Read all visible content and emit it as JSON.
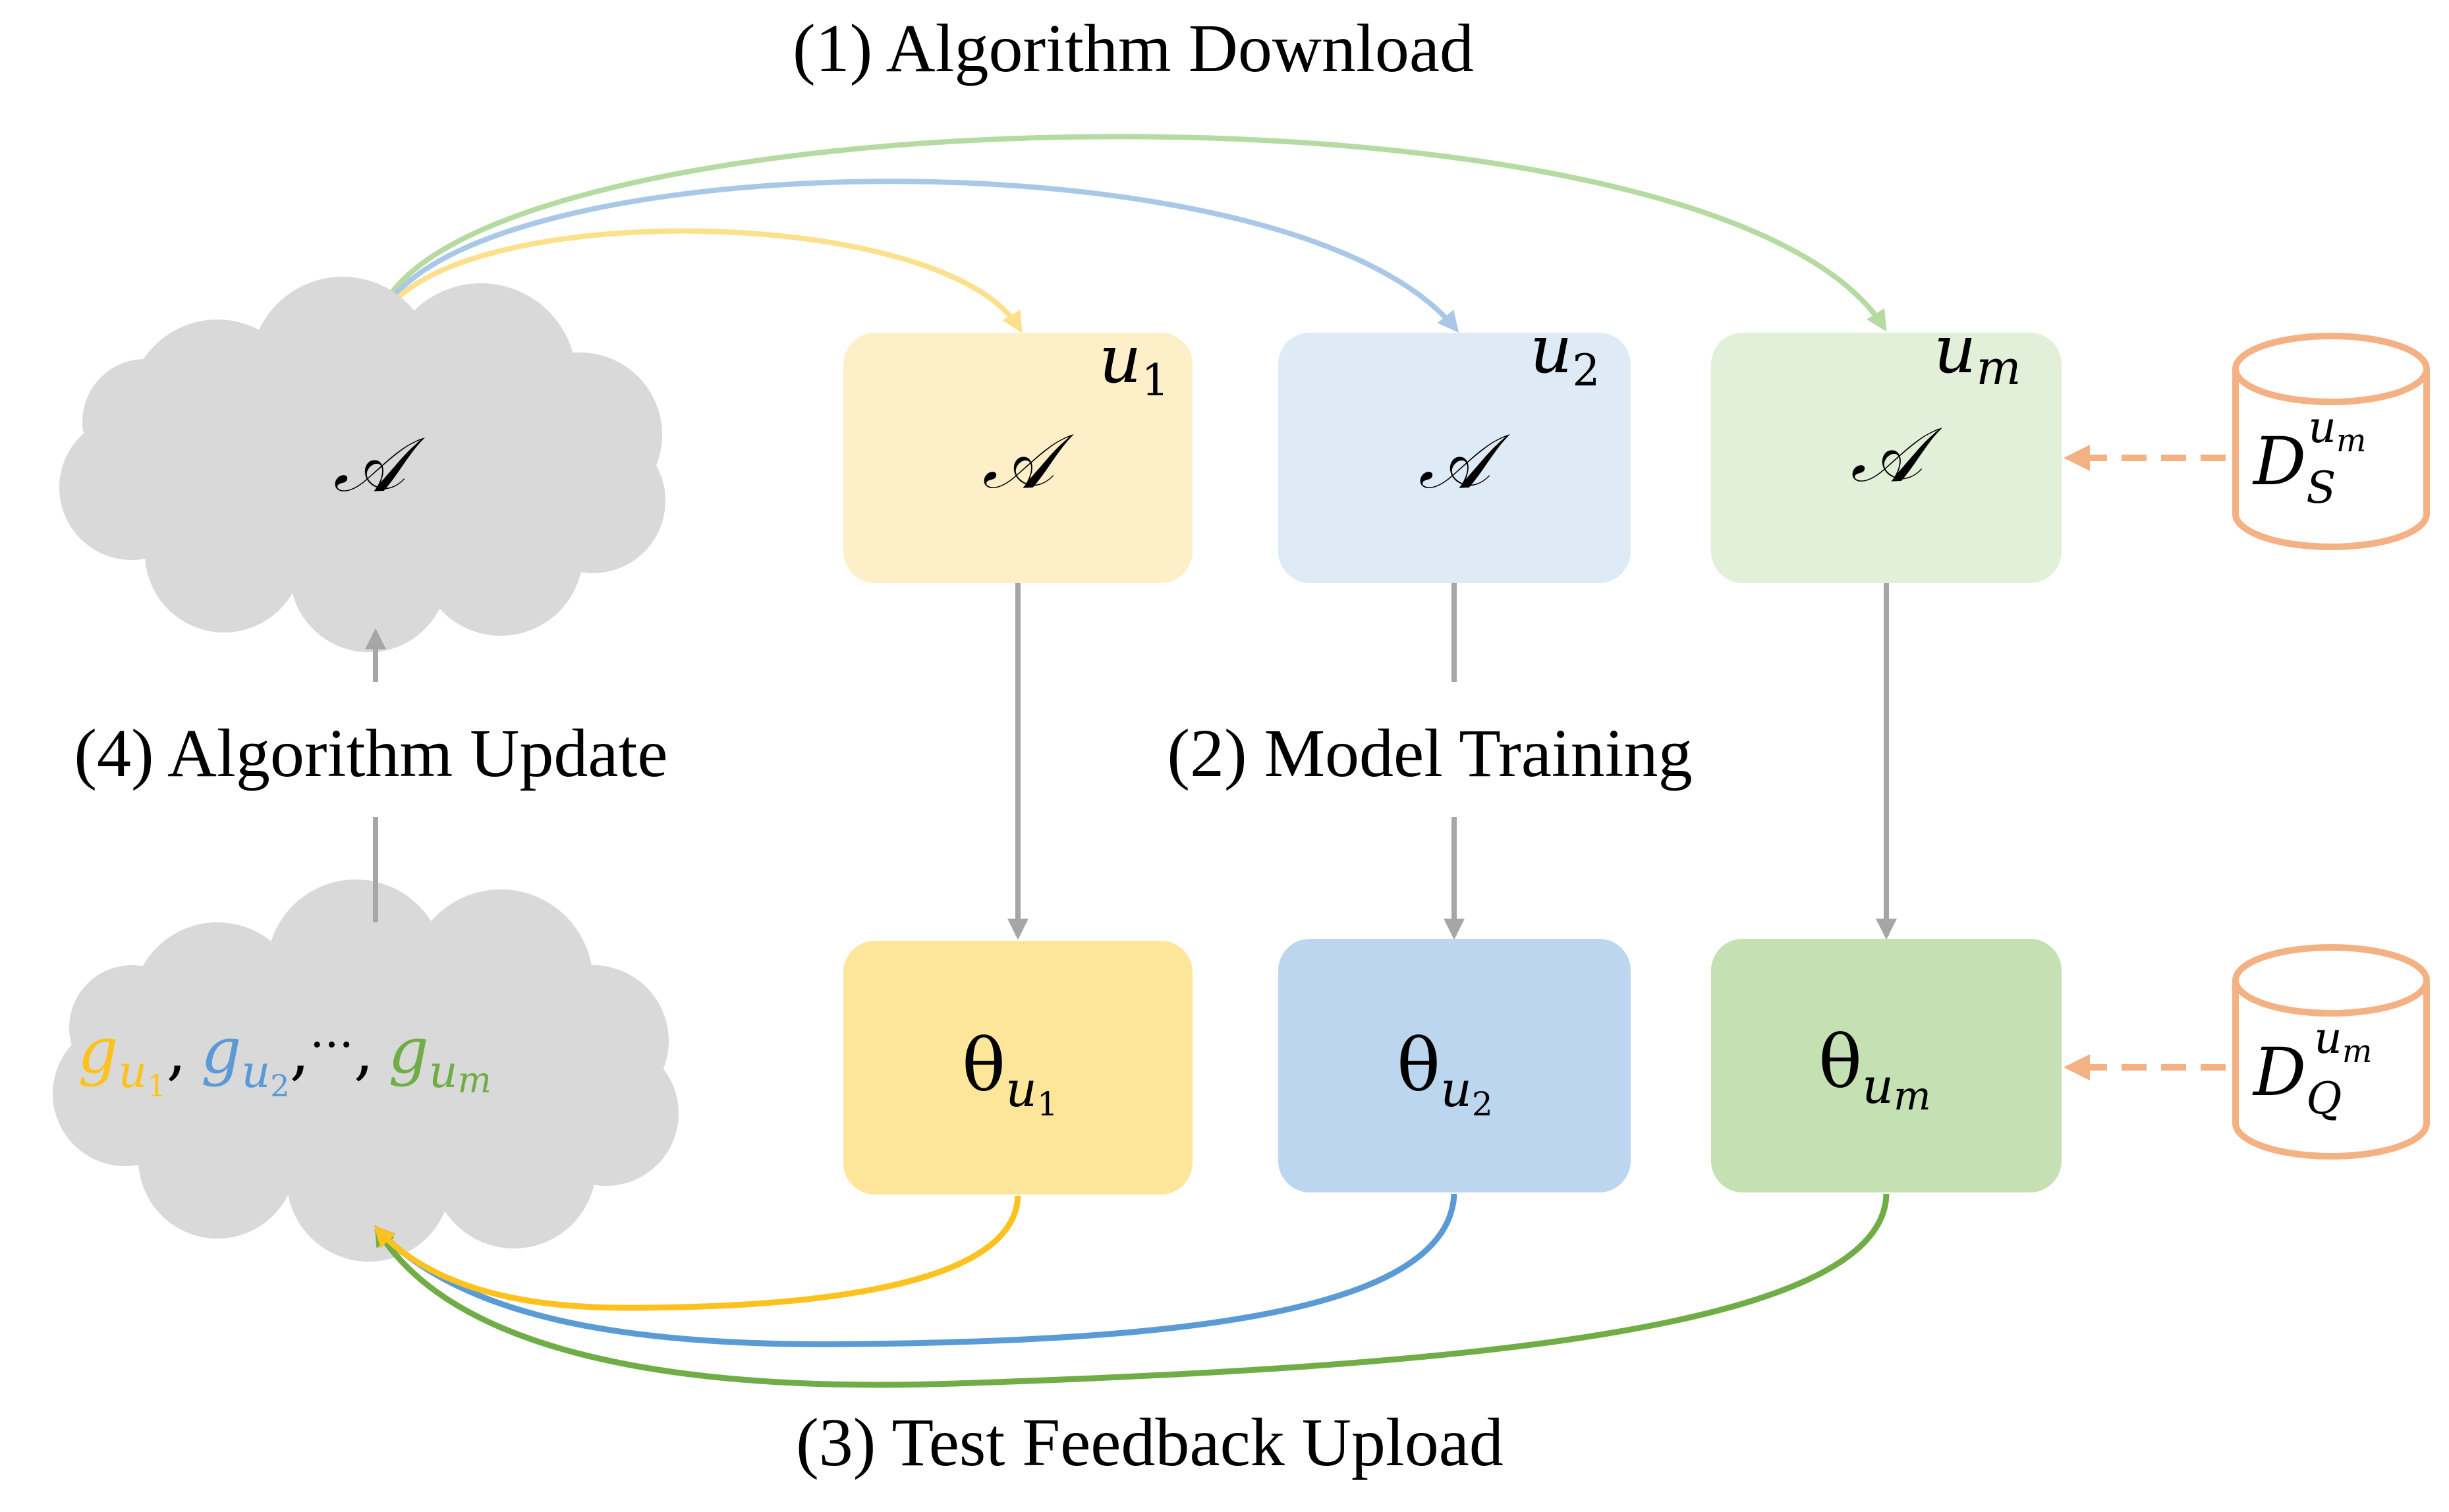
{
  "steps": {
    "download": "(1) Algorithm Download",
    "training": "(2) Model Training",
    "feedback": "(3) Test Feedback Upload",
    "update": "(4) Algorithm Update"
  },
  "symbols": {
    "algorithm": "𝒜",
    "theta": "θ",
    "u": "u",
    "g": "g",
    "D": "D",
    "ellipsis": "···",
    "comma": ","
  },
  "users": [
    {
      "sub": "1",
      "color_light": "#fdf0c9",
      "color_dark": "#fde59a",
      "accent": "#fdc21e"
    },
    {
      "sub": "2",
      "color_light": "#deeaf6",
      "color_dark": "#bdd6ef",
      "accent": "#5b9bd5"
    },
    {
      "sub": "m",
      "color_light": "#e2efd9",
      "color_dark": "#c5e0b3",
      "accent": "#70ad47"
    }
  ],
  "datasets": [
    {
      "sub": "S",
      "sup": "m"
    },
    {
      "sub": "Q",
      "sup": "m"
    }
  ],
  "colors": {
    "cloud": "#d9d9d9",
    "gray_arrow": "#a6a6a6",
    "dataset": "#f4b183",
    "download_yellow": "#fde08c",
    "download_blue": "#a9c8e8",
    "download_green": "#b5daa2"
  }
}
